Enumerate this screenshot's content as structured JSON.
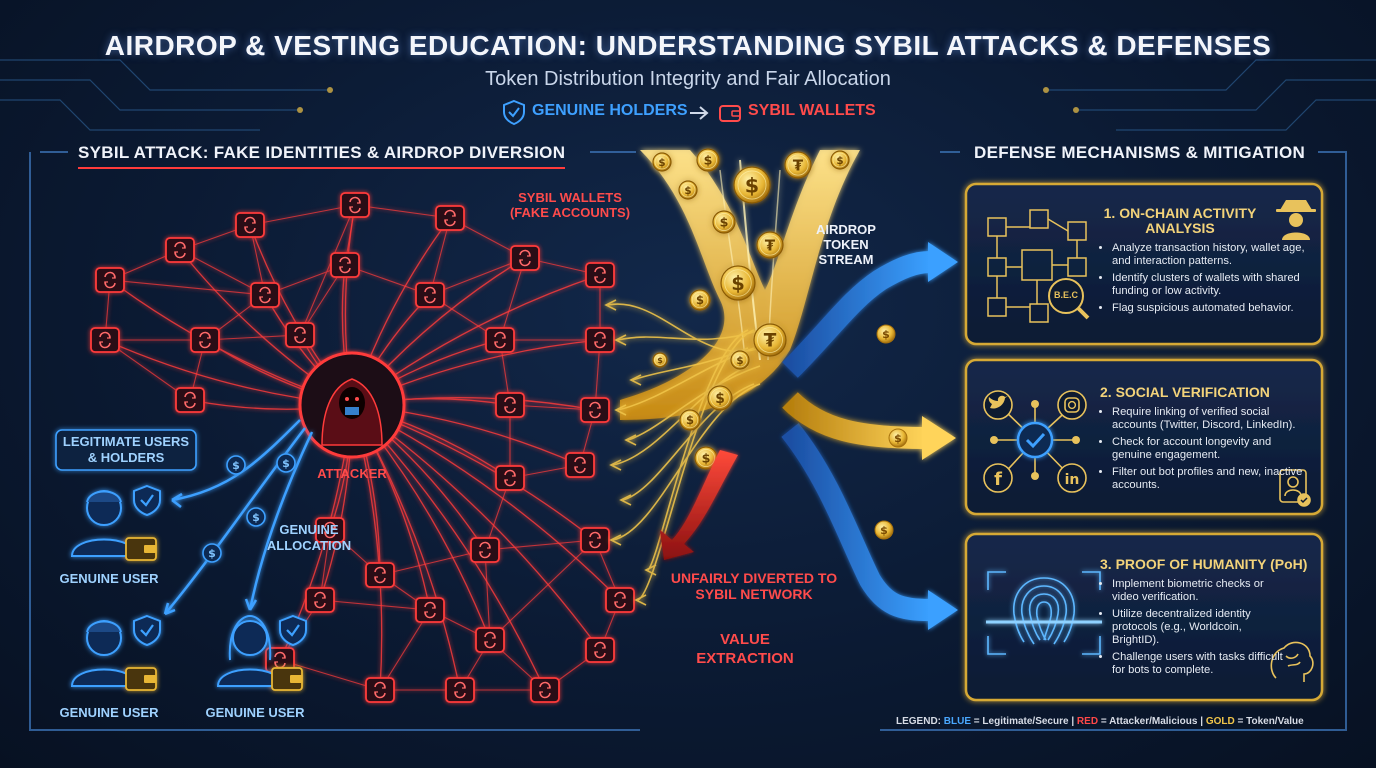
{
  "header": {
    "title": "AIRDROP & VESTING EDUCATION: UNDERSTANDING SYBIL ATTACKS & DEFENSES",
    "subtitle": "Token Distribution Integrity and Fair Allocation",
    "legend_genuine": "GENUINE HOLDERS",
    "legend_sybil": "SYBIL WALLETS"
  },
  "left_panel": {
    "heading": "SYBIL ATTACK: FAKE IDENTITIES & AIRDROP DIVERSION",
    "sybil_label": "SYBIL WALLETS (FAKE ACCOUNTS)",
    "attacker_label": "ATTACKER",
    "legit_label": "LEGITIMATE USERS & HOLDERS",
    "allocation_label": "GENUINE ALLOCATION",
    "users": [
      "GENUINE USER",
      "GENUINE USER",
      "GENUINE USER"
    ]
  },
  "center": {
    "stream_label": "AIRDROP TOKEN STREAM",
    "diverted_label": "UNFAIRLY DIVERTED TO SYBIL NETWORK",
    "extraction_label": "VALUE EXTRACTION"
  },
  "right_panel": {
    "heading": "DEFENSE MECHANISMS & MITIGATION",
    "cards": [
      {
        "title": "1. ON-CHAIN ACTIVITY ANALYSIS",
        "bullets": [
          "Analyze transaction history, wallet age, and interaction patterns.",
          "Identify clusters of wallets with shared funding or low activity.",
          "Flag suspicious automated behavior."
        ],
        "icon_text": "B.E.C"
      },
      {
        "title": "2. SOCIAL VERIFICATION",
        "bullets": [
          "Require linking of verified social accounts (Twitter, Discord, LinkedIn).",
          "Check for account longevity and genuine engagement.",
          "Filter out bot profiles and new, inactive accounts."
        ]
      },
      {
        "title": "3. PROOF OF HUMANITY (PoH)",
        "bullets": [
          "Implement biometric checks or video verification.",
          "Utilize decentralized identity protocols (e.g., Worldcoin, BrightID).",
          "Challenge users with tasks difficult for bots to complete."
        ]
      }
    ]
  },
  "legend": {
    "prefix": "LEGEND:",
    "blue": "BLUE",
    "blue_desc": "= Legitimate/Secure",
    "red": "RED",
    "red_desc": "= Attacker/Malicious",
    "gold": "GOLD",
    "gold_desc": "= Token/Value"
  },
  "colors": {
    "blue": "#3ea0ff",
    "red": "#ff3b3b",
    "gold": "#f1c54a",
    "background": "#0b1a33"
  },
  "icons": [
    "shield-check-icon",
    "wallet-icon",
    "arrow-right-icon",
    "hooded-attacker-icon",
    "coin-dollar-icon",
    "coin-tether-icon",
    "user-icon",
    "spy-icon",
    "twitter-icon",
    "instagram-icon",
    "facebook-icon",
    "linkedin-icon",
    "verified-badge-icon",
    "id-card-icon",
    "fingerprint-icon",
    "brain-icon",
    "magnifier-icon",
    "cube-icon"
  ]
}
